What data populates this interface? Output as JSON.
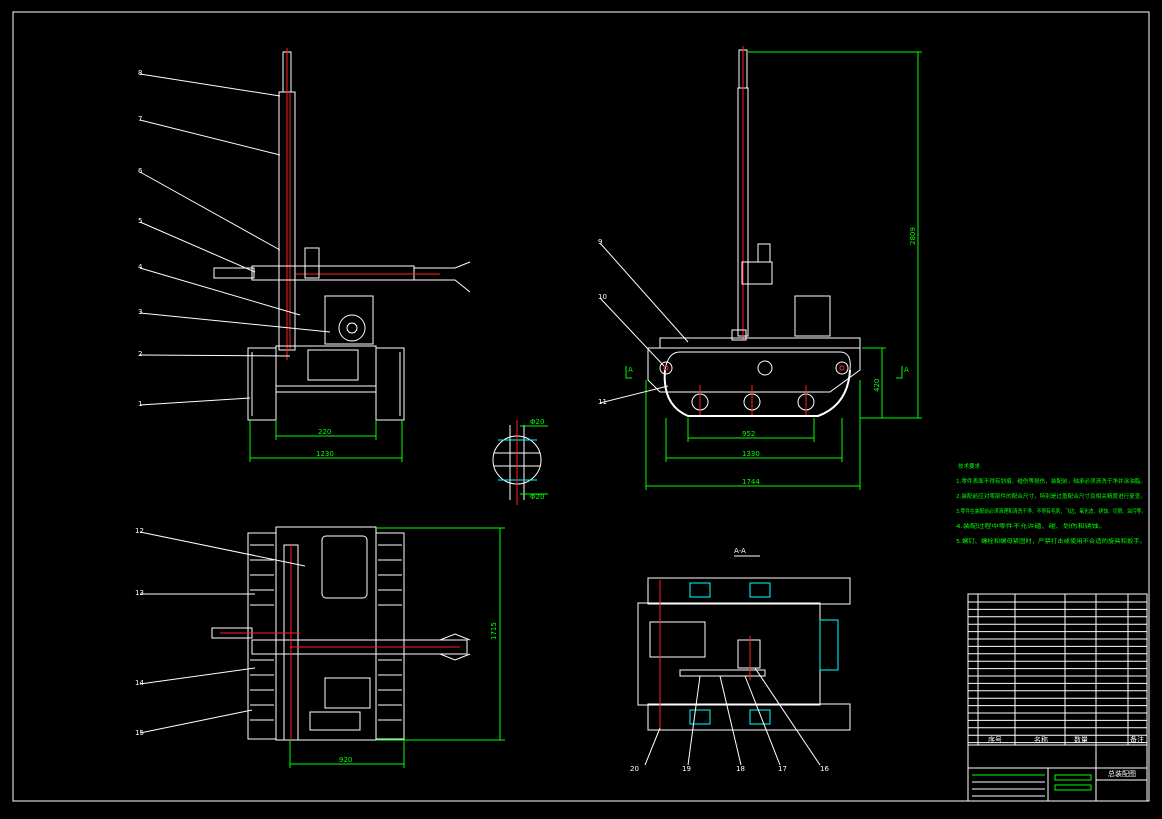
{
  "part_labels": [
    "8",
    "7",
    "6",
    "5",
    "4",
    "3",
    "2",
    "1",
    "12",
    "13",
    "14",
    "15",
    "9",
    "10",
    "11",
    "20",
    "19",
    "18",
    "17",
    "16"
  ],
  "dimensions": {
    "front_inner_width": "220",
    "front_overall_width": "1230",
    "top_width": "920",
    "top_length": "1715",
    "side_wheelbase": "952",
    "side_track_length": "1330",
    "side_overall_length": "1744",
    "side_height": "2809",
    "side_track_height": "420",
    "detail_tol_top": "Φ20",
    "detail_tol_bottom": "Φ20"
  },
  "section_label": "A-A",
  "section_marks": [
    "A",
    "A"
  ],
  "notes": {
    "title": "技术要求",
    "lines": [
      "1.零件表面不得有划痕、碰伤等损伤，装配前，轴承必须清洗干净并涂油脂。",
      "2.装配前应对零部件的配合尺寸，特别是过盈配合尺寸及相关精度进行复查。",
      "3.零件在装配前必须清理和清洗干净，不得有毛刺、飞边、氧化皮、锈蚀、切屑、油污等。",
      "4.装配过程中零件不允许磕、碰、划伤和锈蚀。",
      "5.螺钉、螺栓和螺母紧固时，严禁打击或使用不合适的旋具和扳手。"
    ]
  },
  "title_block": {
    "col_headers": [
      "序号",
      "名称",
      "数量",
      "备注"
    ],
    "drawing_name": "总装配图"
  },
  "colors": {
    "background": "#000000",
    "lines": "#ffffff",
    "dimensions": "#00ff00",
    "centerlines": "#ff2020",
    "hatch": "#00ffff"
  }
}
